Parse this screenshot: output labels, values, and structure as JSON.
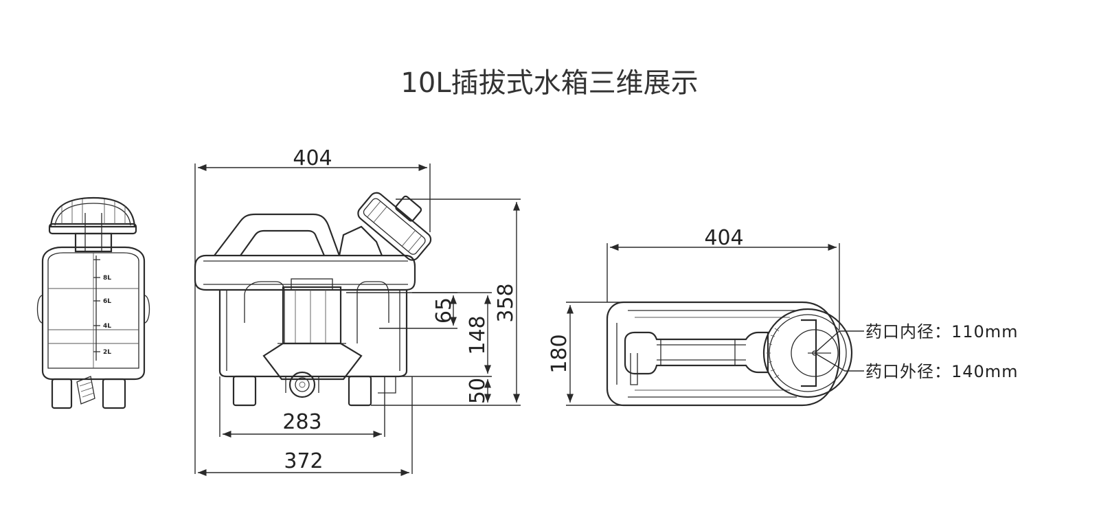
{
  "title": "10L插拔式水箱三维展示",
  "side_view": {
    "scale_marks": [
      "8L",
      "6L",
      "4L",
      "2L"
    ]
  },
  "front_view": {
    "dims": {
      "top_width": "404",
      "total_height": "358",
      "dim_65": "65",
      "dim_148": "148",
      "dim_50": "50",
      "bottom_inner": "283",
      "bottom_outer": "372"
    }
  },
  "top_view": {
    "dims": {
      "length": "404",
      "depth": "180"
    },
    "callouts": {
      "inner_diameter": "药口内径：110mm",
      "outer_diameter": "药口外径：140mm"
    }
  },
  "colors": {
    "line": "#2a2a2a",
    "text": "#222222",
    "title": "#333333",
    "background": "#ffffff"
  }
}
